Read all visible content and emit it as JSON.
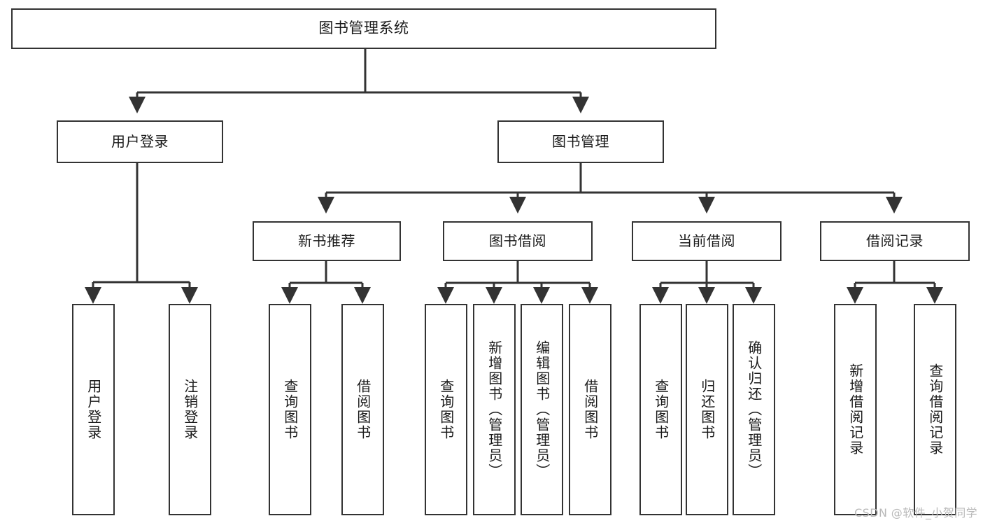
{
  "diagram": {
    "title": "图书管理系统",
    "type": "tree-hierarchy-chart",
    "root": {
      "id": "root",
      "label": "图书管理系统",
      "orientation": "horizontal"
    },
    "level2": [
      {
        "id": "user-login",
        "label": "用户登录",
        "orientation": "horizontal"
      },
      {
        "id": "book-manage",
        "label": "图书管理",
        "orientation": "horizontal"
      }
    ],
    "level3": [
      {
        "id": "new-book-rec",
        "label": "新书推荐",
        "orientation": "horizontal",
        "parent": "book-manage"
      },
      {
        "id": "book-borrow",
        "label": "图书借阅",
        "orientation": "horizontal",
        "parent": "book-manage"
      },
      {
        "id": "current-borrow",
        "label": "当前借阅",
        "orientation": "horizontal",
        "parent": "book-manage"
      },
      {
        "id": "borrow-record",
        "label": "借阅记录",
        "orientation": "horizontal",
        "parent": "book-manage"
      }
    ],
    "leaves": [
      {
        "id": "leaf-user-login",
        "label": "用户登录",
        "parent": "user-login"
      },
      {
        "id": "leaf-logout-login",
        "label": "注销登录",
        "parent": "user-login"
      },
      {
        "id": "leaf-query-book-1",
        "label": "查询图书",
        "parent": "new-book-rec"
      },
      {
        "id": "leaf-borrow-book-1",
        "label": "借阅图书",
        "parent": "new-book-rec"
      },
      {
        "id": "leaf-query-book-2",
        "label": "查询图书",
        "parent": "book-borrow"
      },
      {
        "id": "leaf-add-book",
        "label": "新增图书（管理员）",
        "parent": "book-borrow"
      },
      {
        "id": "leaf-edit-book",
        "label": "编辑图书（管理员）",
        "parent": "book-borrow"
      },
      {
        "id": "leaf-borrow-book-2",
        "label": "借阅图书",
        "parent": "book-borrow"
      },
      {
        "id": "leaf-query-book-3",
        "label": "查询图书",
        "parent": "current-borrow"
      },
      {
        "id": "leaf-return-book",
        "label": "归还图书",
        "parent": "current-borrow"
      },
      {
        "id": "leaf-confirm-return",
        "label": "确认归还（管理员）",
        "parent": "current-borrow"
      },
      {
        "id": "leaf-add-record",
        "label": "新增借阅记录",
        "parent": "borrow-record"
      },
      {
        "id": "leaf-query-record",
        "label": "查询借阅记录",
        "parent": "borrow-record"
      }
    ],
    "colors": {
      "stroke": "#333333",
      "fill": "#ffffff",
      "text": "#1a1a1a",
      "watermark": "#b9b9b9"
    }
  },
  "watermark": {
    "text": "CSDN @软件_小贺同学"
  }
}
